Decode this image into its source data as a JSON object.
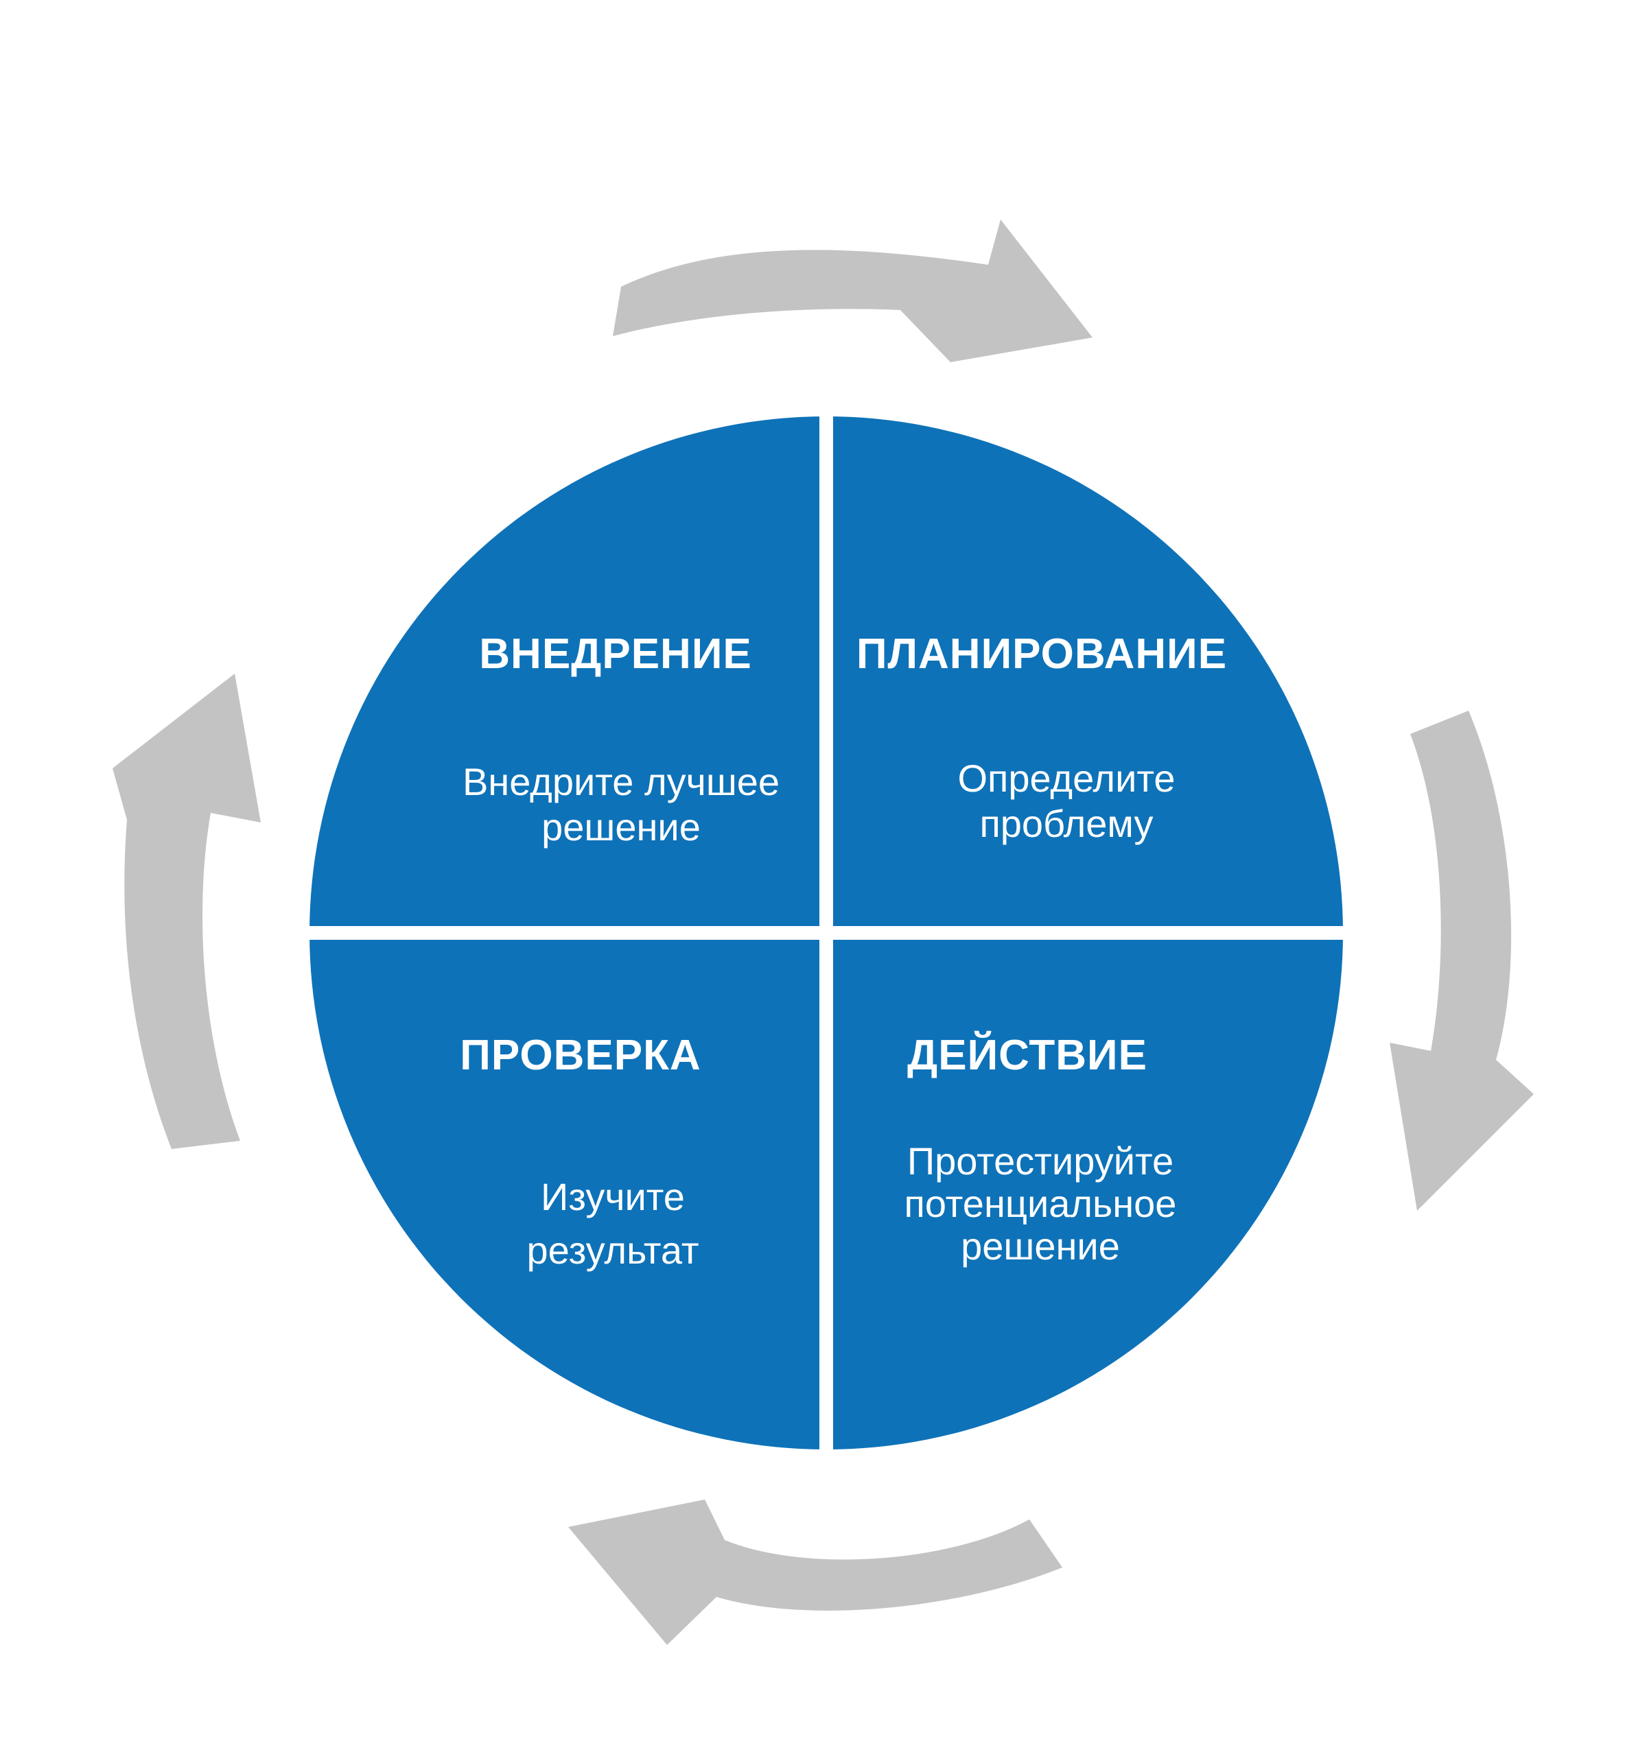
{
  "diagram": {
    "name": "PDCA cycle",
    "background_color": "#ffffff",
    "circle_color": "#0e72b8",
    "divider_color": "#ffffff",
    "arrow_color": "#c3c3c3",
    "text_color": "#ffffff"
  },
  "quadrants": [
    {
      "id": "implement",
      "position": "top-left",
      "title": "ВНЕДРЕНИЕ",
      "body": "Внедрите лучшее решение",
      "body_lines": [
        "Внедрите лучшее",
        "решение"
      ]
    },
    {
      "id": "plan",
      "position": "top-right",
      "title": "ПЛАНИРОВАНИЕ",
      "body": "Определите проблему",
      "body_lines": [
        "Определите",
        "проблему"
      ]
    },
    {
      "id": "check",
      "position": "bottom-left",
      "title": "ПРОВЕРКА",
      "body": "Изучите результат",
      "body_lines": [
        "Изучите",
        "результат"
      ]
    },
    {
      "id": "do",
      "position": "bottom-right",
      "title": "ДЕЙСТВИЕ",
      "body": "Протестируйте потенциальное решение",
      "body_lines": [
        "Протестируйте",
        "потенциальное",
        "решение"
      ]
    }
  ]
}
